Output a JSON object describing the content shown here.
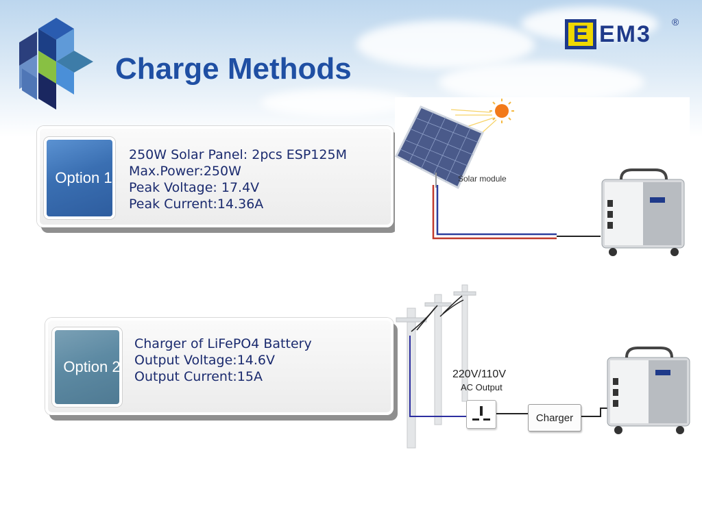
{
  "page": {
    "title": "Charge Methods"
  },
  "brand": {
    "mark_letter": "E",
    "name_text": "EM3",
    "registered": "®"
  },
  "option1": {
    "label": "Option 1",
    "specs": [
      "250W Solar Panel: 2pcs ESP125M",
      "Max.Power:250W",
      "Peak Voltage: 17.4V",
      "Peak Current:14.36A"
    ]
  },
  "option2": {
    "label": "Option 2",
    "specs": [
      "Charger of LiFePO4 Battery",
      "Output Voltage:14.6V",
      "Output Current:15A"
    ]
  },
  "diagram1": {
    "solar_caption": "Solar module"
  },
  "diagram2": {
    "voltage_caption": "220V/110V",
    "ac_caption": "AC Output",
    "charger_label": "Charger"
  },
  "colors": {
    "title": "#1f4fa3",
    "spec_text": "#1a2a6e",
    "option1_badge": "#3a6fb2",
    "option2_badge": "#5d8aa3",
    "brand_blue": "#1f3a8a",
    "brand_yellow": "#f0d800",
    "wire_red": "#c0392b",
    "wire_blue": "#2c3e9e",
    "sun": "#f27a1a"
  },
  "icons": {
    "logo_mark": "cube-mosaic-icon",
    "solar_panel": "solar-panel-icon",
    "sun": "sun-icon",
    "power_station": "power-station-icon",
    "utility_pole": "utility-pole-icon",
    "socket": "power-socket-icon"
  }
}
